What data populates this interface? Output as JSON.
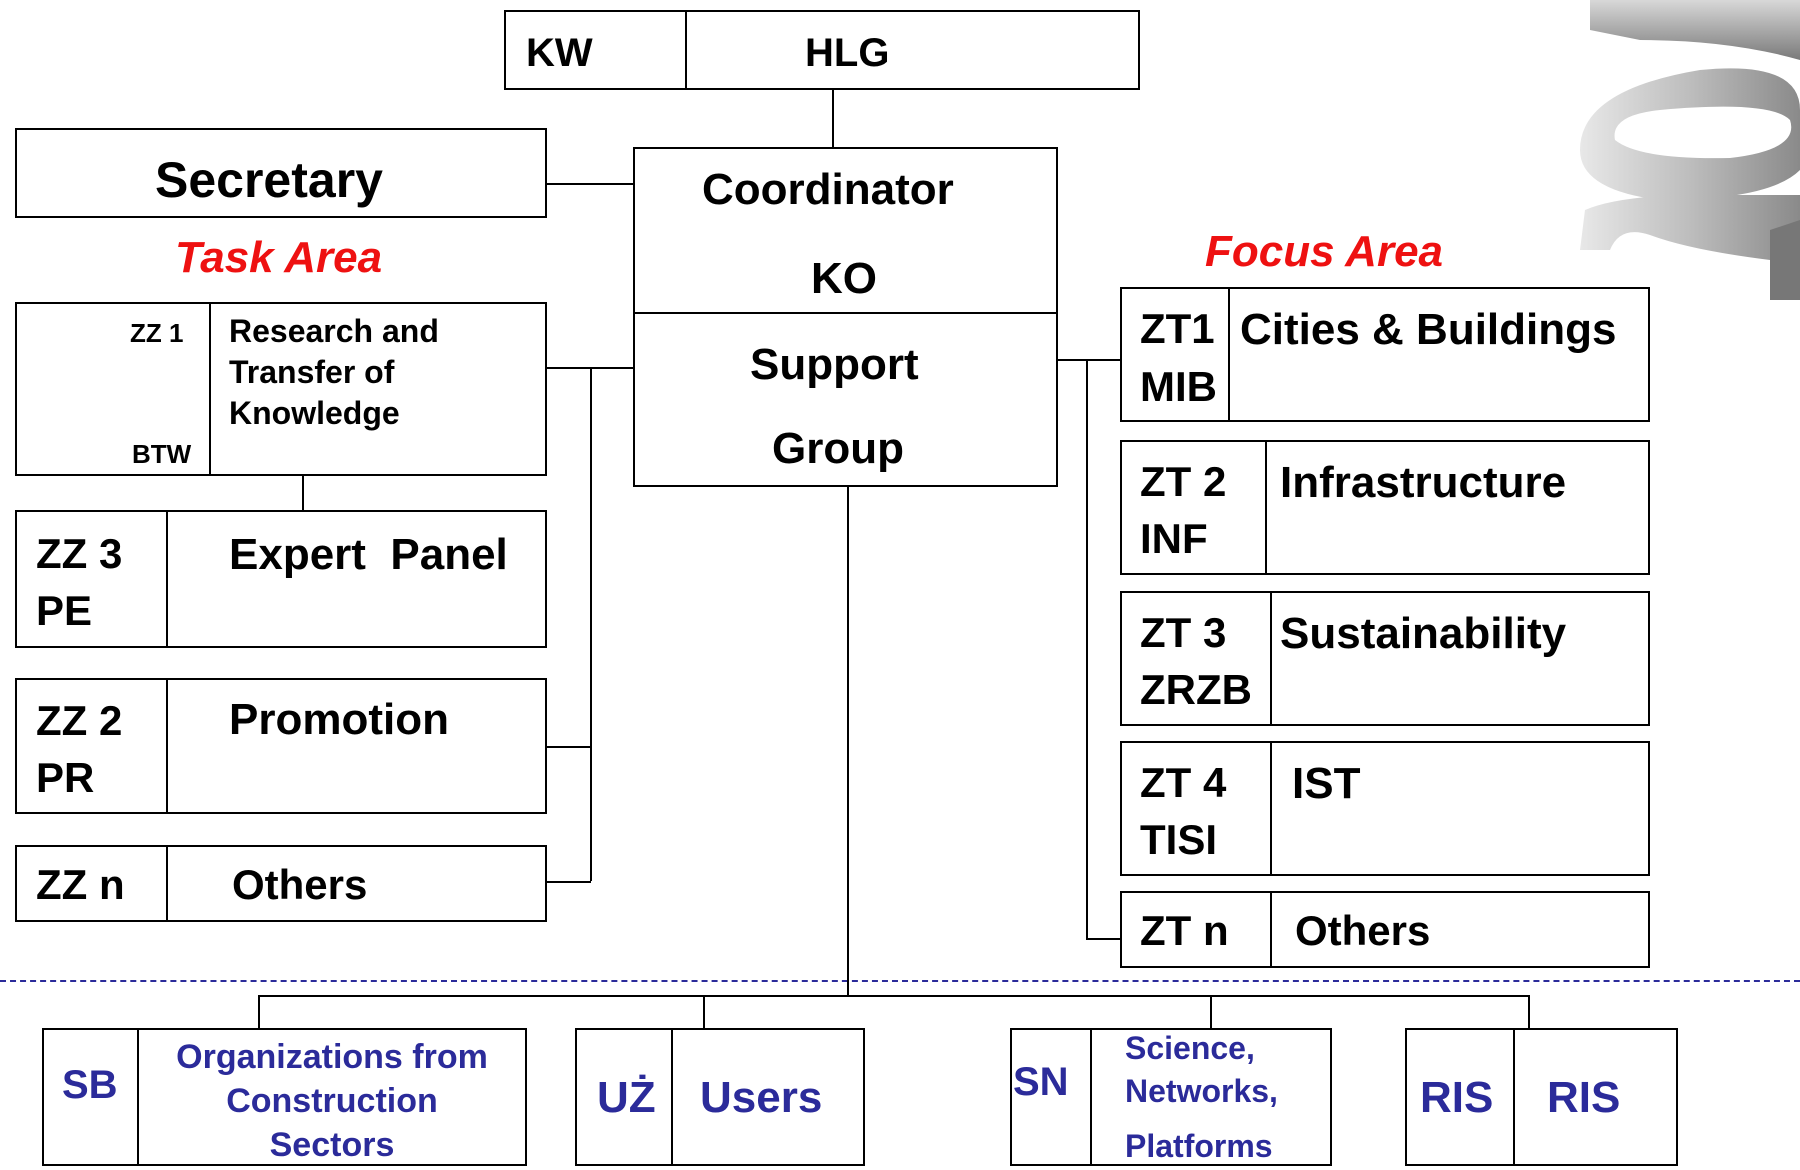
{
  "top": {
    "kw": "KW",
    "hlg": "HLG"
  },
  "secretary": "Secretary",
  "center": {
    "coordinator": "Coordinator",
    "ko": "KO",
    "support": "Support",
    "group": "Group"
  },
  "task_area": {
    "title": "Task Area",
    "zz1": {
      "code_top": "ZZ 1",
      "code_bottom": "BTW",
      "lines": [
        "Research and",
        "Transfer of",
        "Knowledge"
      ]
    },
    "zz3": {
      "code": [
        "ZZ 3",
        "PE"
      ],
      "label": "Expert  Panel"
    },
    "zz2": {
      "code": [
        "ZZ 2",
        "PR"
      ],
      "label": "Promotion"
    },
    "zzn": {
      "code": "ZZ n",
      "label": "Others"
    }
  },
  "focus_area": {
    "title": "Focus Area",
    "zt1": {
      "code": [
        "ZT1",
        "MIB"
      ],
      "label": "Cities & Buildings"
    },
    "zt2": {
      "code": [
        "ZT 2",
        "INF"
      ],
      "label": "Infrastructure"
    },
    "zt3": {
      "code": [
        "ZT 3",
        "ZRZB"
      ],
      "label": "Sustainability"
    },
    "zt4": {
      "code": [
        "ZT 4",
        "TISI"
      ],
      "label": "IST"
    },
    "ztn": {
      "code": "ZT n",
      "label": "Others"
    }
  },
  "bottom": {
    "sb": {
      "code": "SB",
      "lines": [
        "Organizations from",
        "Construction",
        "Sectors"
      ]
    },
    "uz": {
      "code": "UŻ",
      "label": "Users"
    },
    "sn": {
      "code": "SN",
      "lines": [
        "Science,",
        "Networks,",
        "Platforms"
      ]
    },
    "ris": {
      "code": "RIS",
      "label": "RIS"
    }
  },
  "colors": {
    "box_border": "#000000",
    "area_title": "#ee1111",
    "bottom_text": "#2b2b9a",
    "separator": "#2b2b9a"
  }
}
